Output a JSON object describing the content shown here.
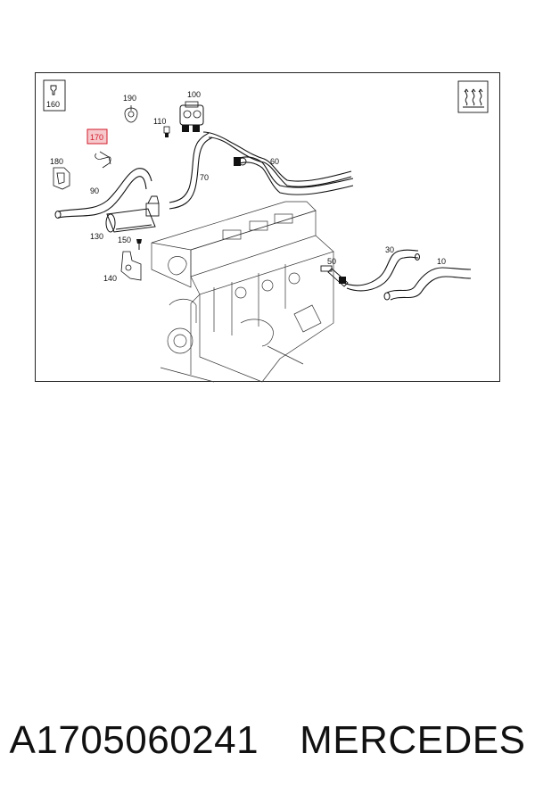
{
  "diagram": {
    "callouts": {
      "c160": "160",
      "c190": "190",
      "c100": "100",
      "c110": "110",
      "c170": "170",
      "c180": "180",
      "c90": "90",
      "c70": "70",
      "c60": "60",
      "c130": "130",
      "c150": "150",
      "c140": "140",
      "c50": "50",
      "c30": "30",
      "c10": "10"
    },
    "highlighted_callout": "170",
    "highlight_color": "#d11a2a"
  },
  "footer": {
    "part_number": "A1705060241",
    "brand": "MERCEDES"
  }
}
